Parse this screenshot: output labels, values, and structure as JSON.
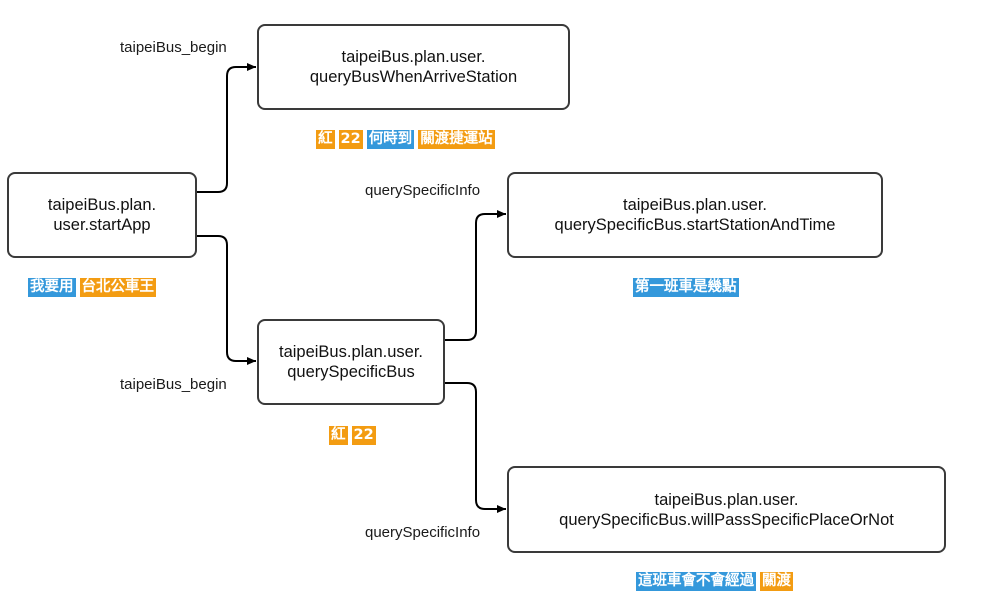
{
  "nodes": {
    "start_app": {
      "lines": [
        "taipeiBus.plan.",
        "user.startApp"
      ]
    },
    "query_arrive": {
      "lines": [
        "taipeiBus.plan.user.",
        "queryBusWhenArriveStation"
      ]
    },
    "query_specific": {
      "lines": [
        "taipeiBus.plan.user.",
        "querySpecificBus"
      ]
    },
    "start_station_time": {
      "lines": [
        "taipeiBus.plan.user.",
        "querySpecificBus.startStationAndTime"
      ]
    },
    "will_pass": {
      "lines": [
        "taipeiBus.plan.user.",
        "querySpecificBus.willPassSpecificPlaceOrNot"
      ]
    }
  },
  "edge_labels": {
    "to_arrive": "taipeiBus_begin",
    "to_specific": "taipeiBus_begin",
    "to_start_station": "querySpecificInfo",
    "to_will_pass": "querySpecificInfo"
  },
  "annotations": {
    "start_app": [
      {
        "text": "我要用",
        "color": "blue"
      },
      {
        "text": "台北公車王",
        "color": "orange"
      }
    ],
    "query_arrive": [
      {
        "text": "紅",
        "color": "orange"
      },
      {
        "text": "22",
        "color": "orange"
      },
      {
        "text": "何時到",
        "color": "blue"
      },
      {
        "text": "關渡捷運站",
        "color": "orange"
      }
    ],
    "query_specific": [
      {
        "text": "紅",
        "color": "orange"
      },
      {
        "text": "22",
        "color": "orange"
      }
    ],
    "start_station_time": [
      {
        "text": "第一班車是幾點",
        "color": "blue"
      }
    ],
    "will_pass": [
      {
        "text": "這班車會不會經過",
        "color": "blue"
      },
      {
        "text": "關渡",
        "color": "orange"
      }
    ]
  },
  "colors": {
    "blue": "#3498db",
    "orange": "#f39c12",
    "border": "#3a3a3a",
    "edge": "#000000"
  }
}
